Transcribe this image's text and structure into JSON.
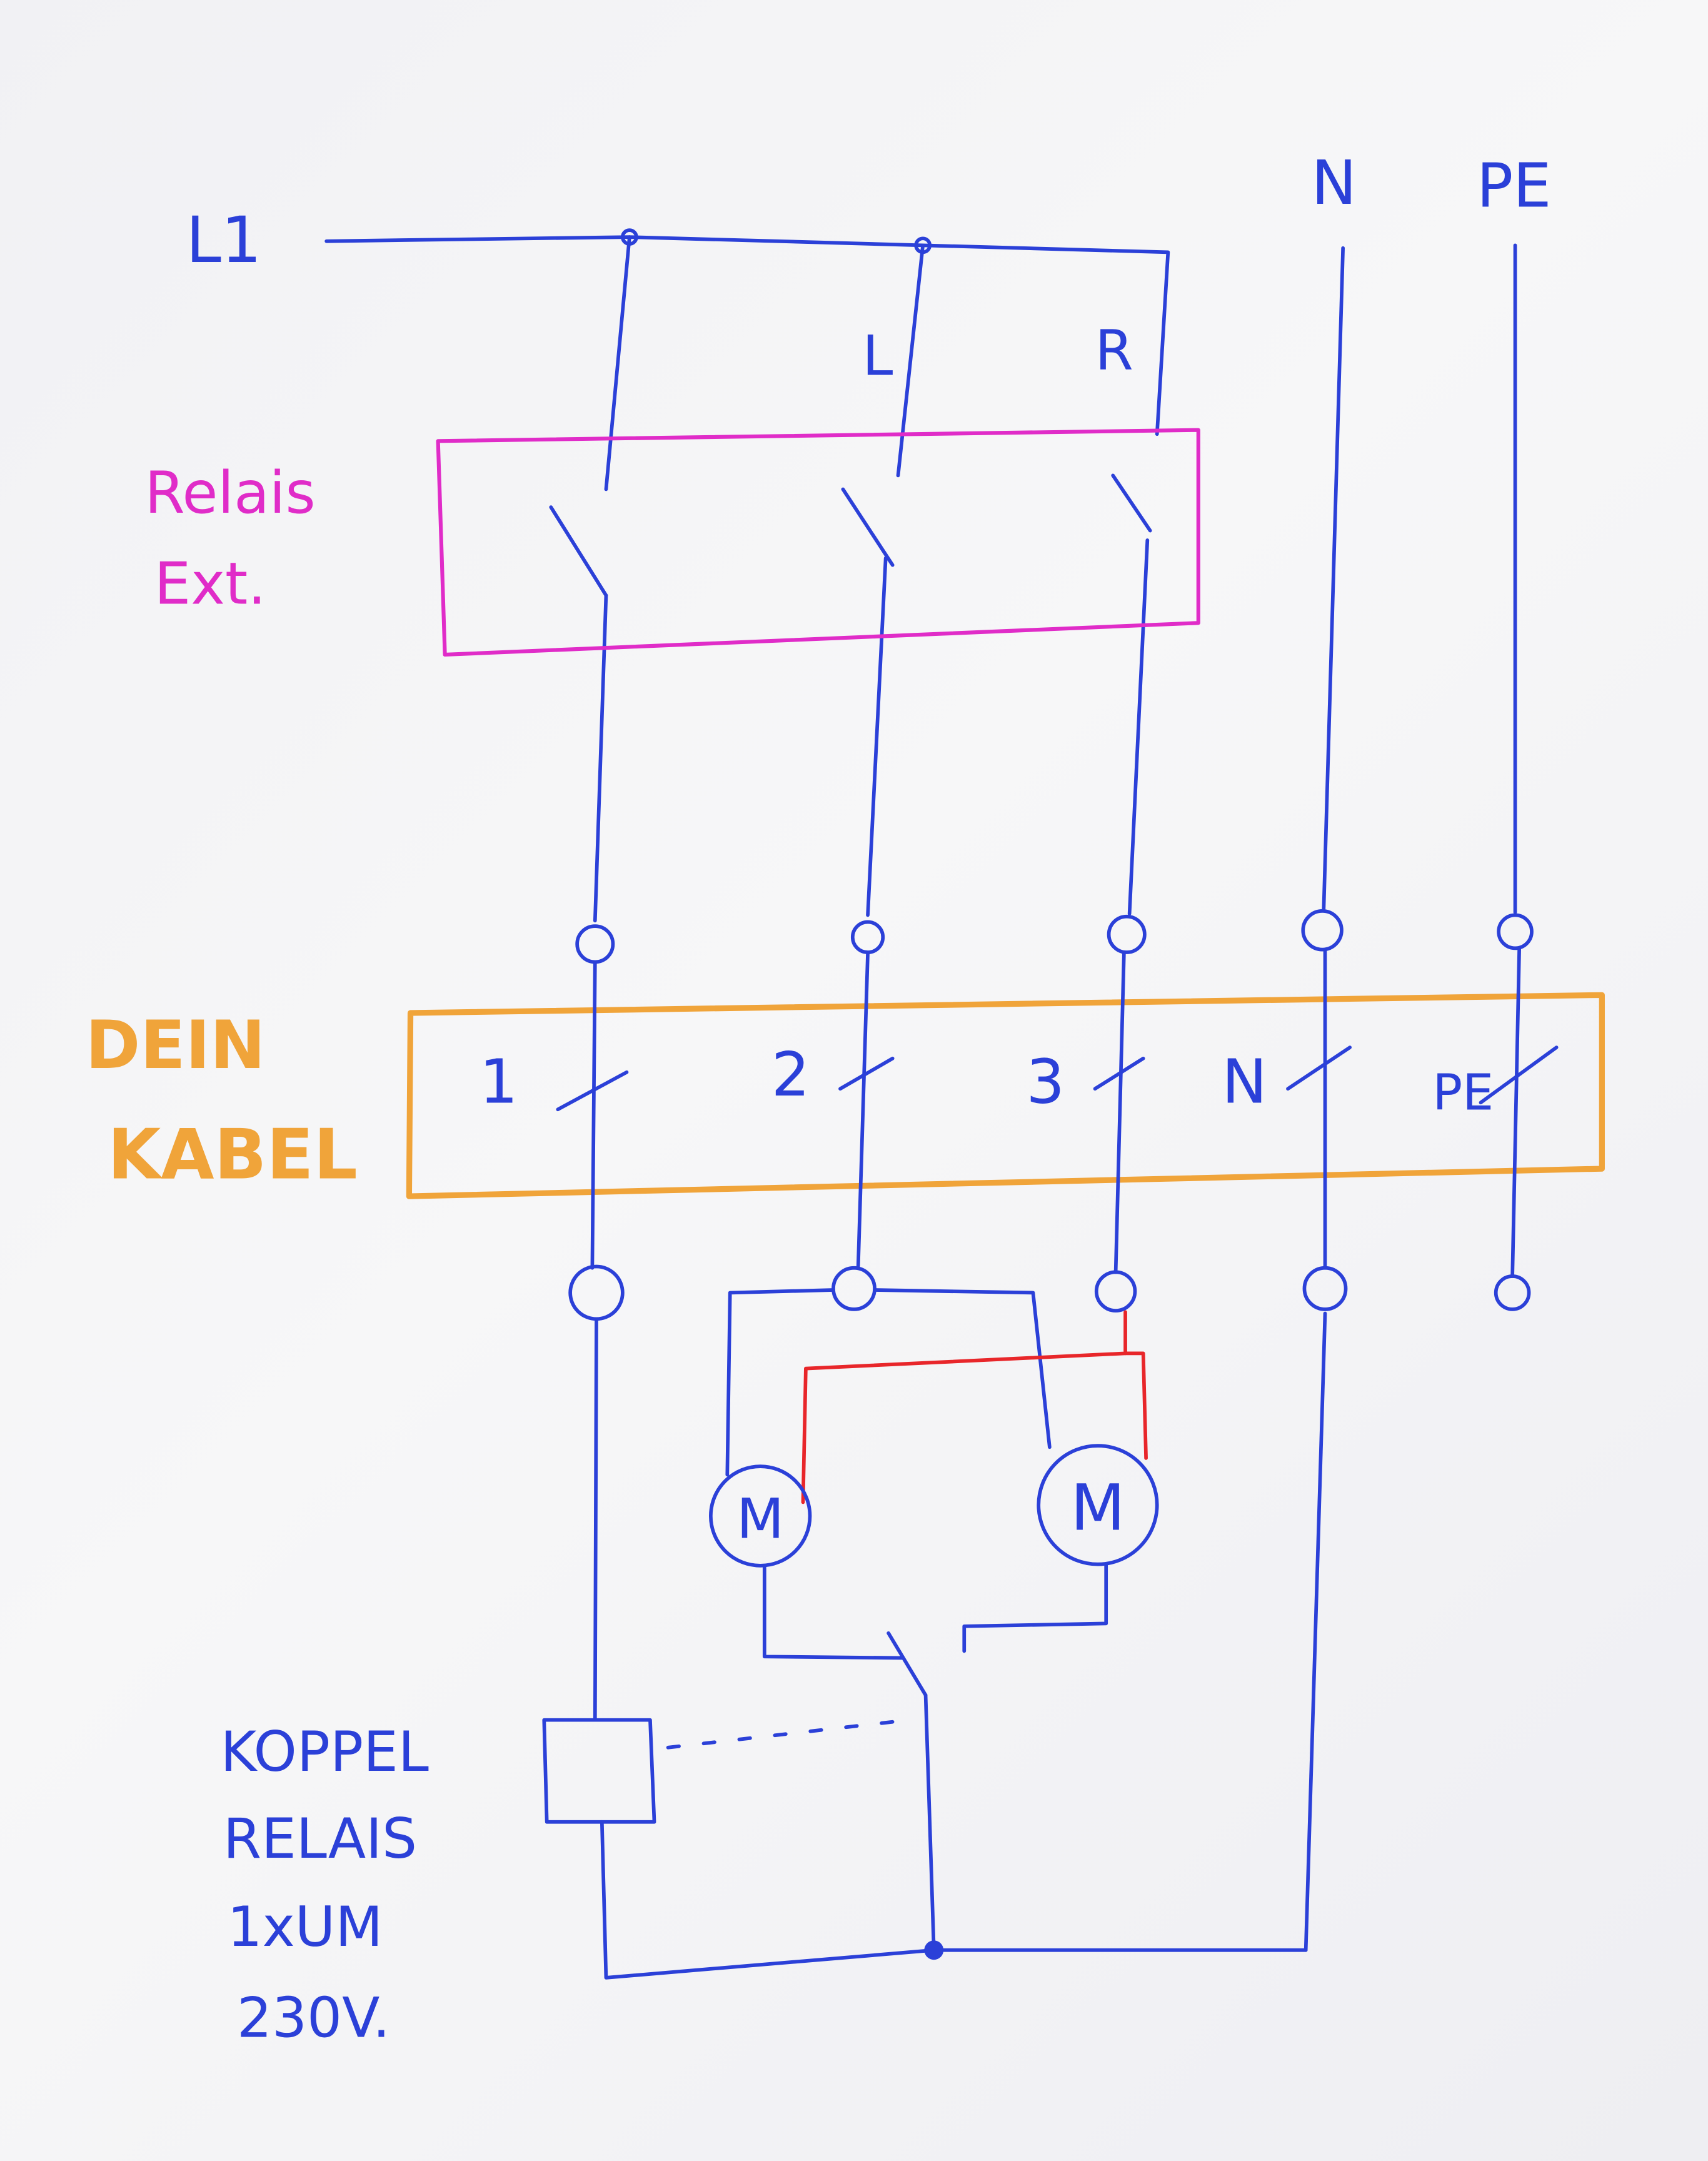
{
  "title_labels": {
    "l1": "L1",
    "n": "N",
    "pe": "PE",
    "l": "L",
    "r": "R"
  },
  "external_relay": {
    "line1": "Relais",
    "line2": "Ext."
  },
  "cable": {
    "label_line1": "DEIN",
    "label_line2": "KABEL",
    "conductors": [
      "1",
      "2",
      "3",
      "N",
      "PE"
    ]
  },
  "motors": [
    "M",
    "M"
  ],
  "coupling_relay": {
    "lines": [
      "KOPPEL",
      "RELAIS",
      "1xUM",
      "230V."
    ]
  },
  "colors": {
    "wire": "#2b40d8",
    "relay": "#e02cc8",
    "cable": "#f0a43a",
    "bridge": "#e8262a",
    "paper": "#f3f3f5"
  }
}
